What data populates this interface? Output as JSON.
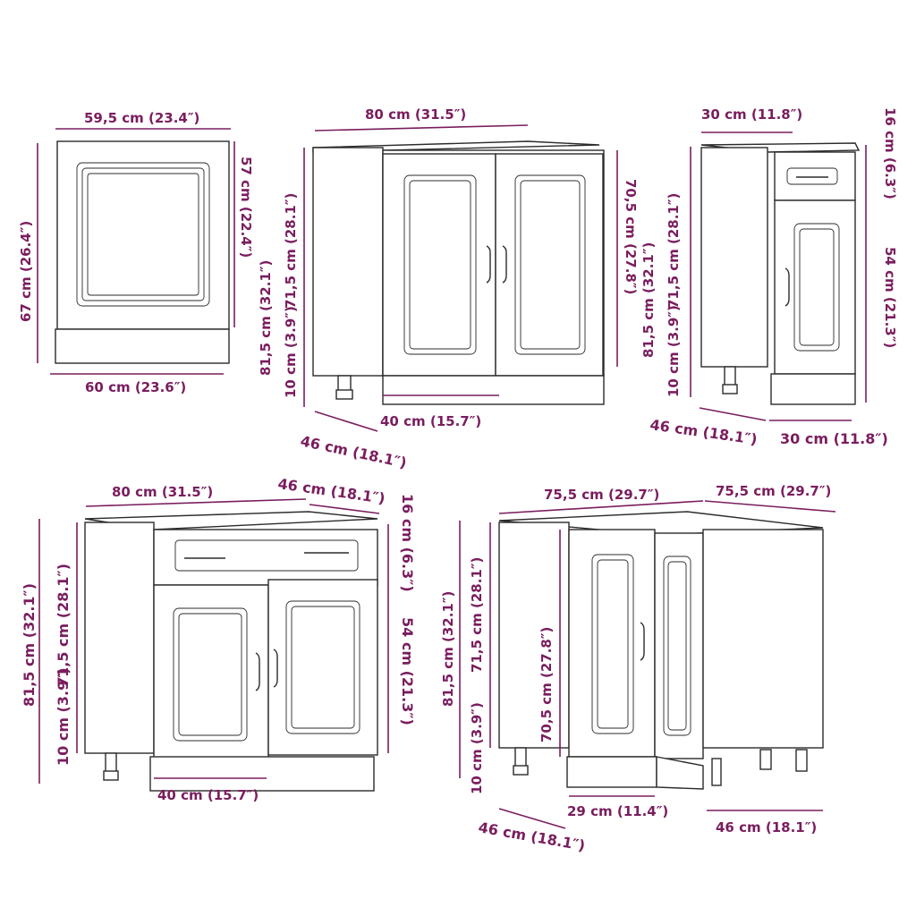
{
  "colors": {
    "dimension": "#7a1d5e",
    "line": "#2b2b2b"
  },
  "oven_cabinet": {
    "width_top": "59,5 cm (23.4″)",
    "width_bottom": "60 cm (23.6″)",
    "height_total": "67 cm (26.4″)",
    "height_door": "57 cm (22.4″)"
  },
  "sink_cabinet": {
    "width": "80 cm (31.5″)",
    "height_total": "81,5 cm (32.1″)",
    "height_body": "71,5 cm (28.1″)",
    "height_legs": "10 cm (3.9″)",
    "height_doors": "70,5 cm (27.8″)",
    "depth": "46 cm (18.1″)",
    "inner_width": "40 cm (15.7″)"
  },
  "narrow_cabinet": {
    "width_top": "30 cm (11.8″)",
    "height_total": "81,5 cm (32.1″)",
    "height_body": "71,5 cm (28.1″)",
    "height_legs": "10 cm (3.9″)",
    "drawer_height": "16 cm (6.3″)",
    "door_height": "54 cm (21.3″)",
    "depth": "46 cm (18.1″)",
    "width_bottom": "30 cm (11.8″)"
  },
  "drawer_cabinet": {
    "width": "80 cm (31.5″)",
    "depth": "46 cm (18.1″)",
    "height_total": "81,5 cm (32.1″)",
    "height_body": "71,5 cm (28.1″)",
    "height_legs": "10 cm (3.9″)",
    "drawer_height": "16 cm (6.3″)",
    "door_height": "54 cm (21.3″)",
    "inner_width": "40 cm (15.7″)"
  },
  "corner_cabinet": {
    "width_left": "75,5 cm (29.7″)",
    "width_right": "75,5 cm (29.7″)",
    "height_total": "81,5 cm (32.1″)",
    "height_body": "71,5 cm (28.1″)",
    "height_legs": "10 cm (3.9″)",
    "door_height": "70,5 cm (27.8″)",
    "depth": "46 cm (18.1″)",
    "door_width": "29 cm (11.4″)",
    "depth_right": "46 cm (18.1″)"
  }
}
